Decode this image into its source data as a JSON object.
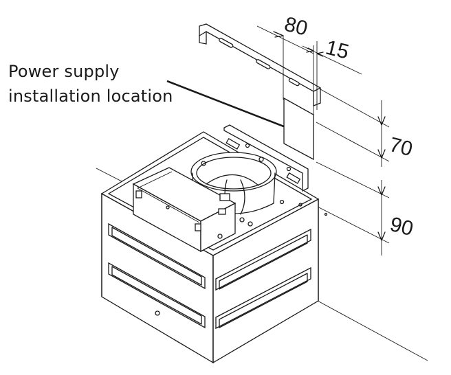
{
  "callout": {
    "line1": "Power supply",
    "line2": "installation location"
  },
  "dimensions": {
    "width": "80",
    "offset": "15",
    "height_upper": "70",
    "height_lower": "90"
  },
  "colors": {
    "ink": "#1a1a1a",
    "background": "#ffffff"
  }
}
